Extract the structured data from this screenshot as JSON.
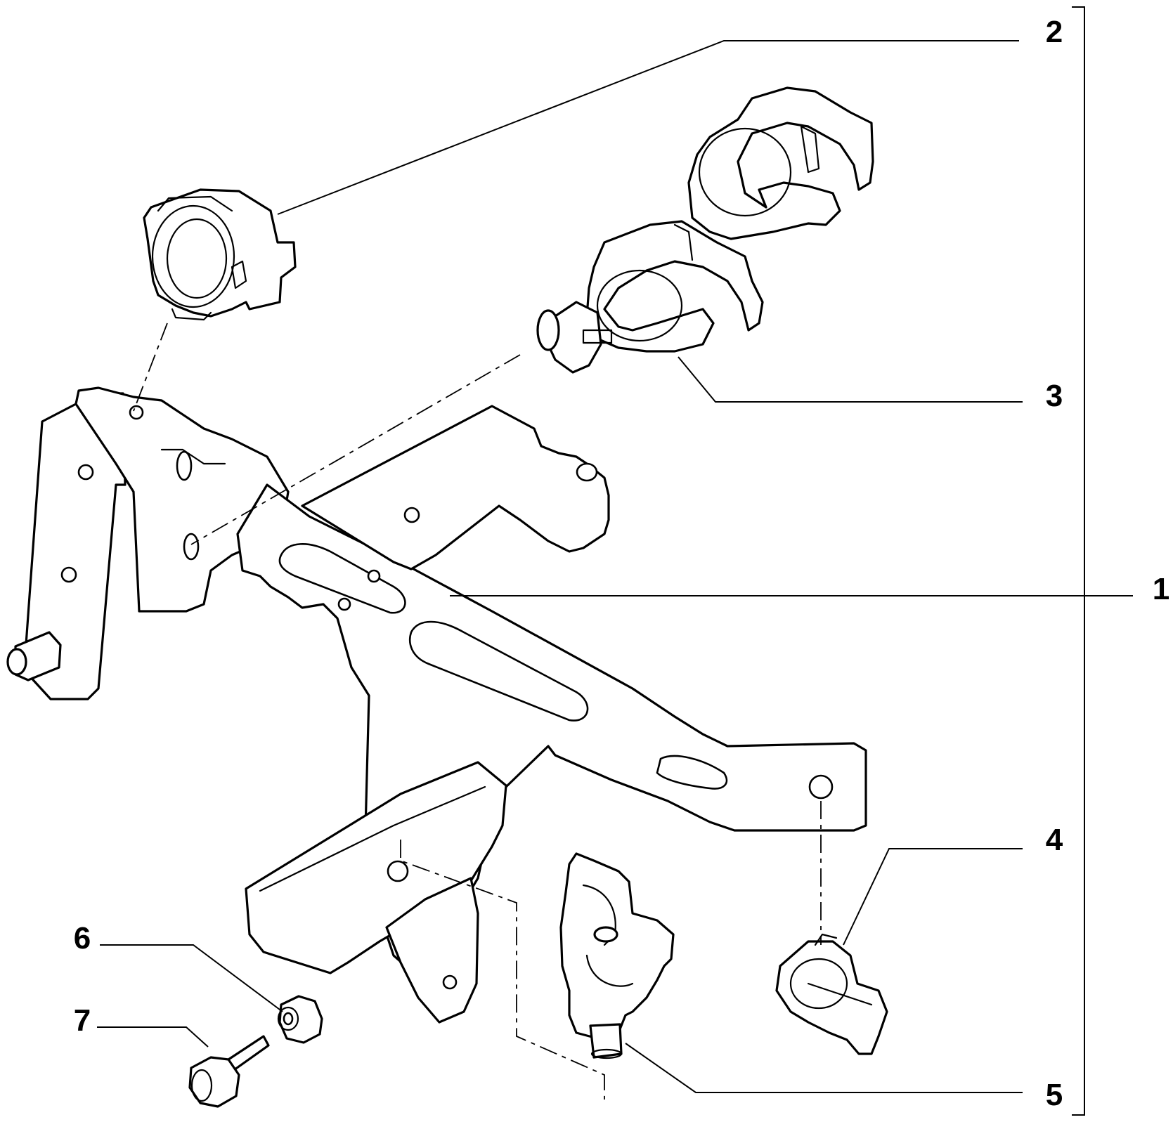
{
  "callouts": [
    {
      "id": "1",
      "label": "1",
      "part": "bracket"
    },
    {
      "id": "2",
      "label": "2",
      "part": "pipe-clip-round"
    },
    {
      "id": "3",
      "label": "3",
      "part": "double-pipe-clip"
    },
    {
      "id": "4",
      "label": "4",
      "part": "pipe-clip-small"
    },
    {
      "id": "5",
      "label": "5",
      "part": "clip-with-stud"
    },
    {
      "id": "6",
      "label": "6",
      "part": "nut"
    },
    {
      "id": "7",
      "label": "7",
      "part": "bolt"
    }
  ],
  "colors": {
    "line": "#000000",
    "background": "#ffffff"
  }
}
